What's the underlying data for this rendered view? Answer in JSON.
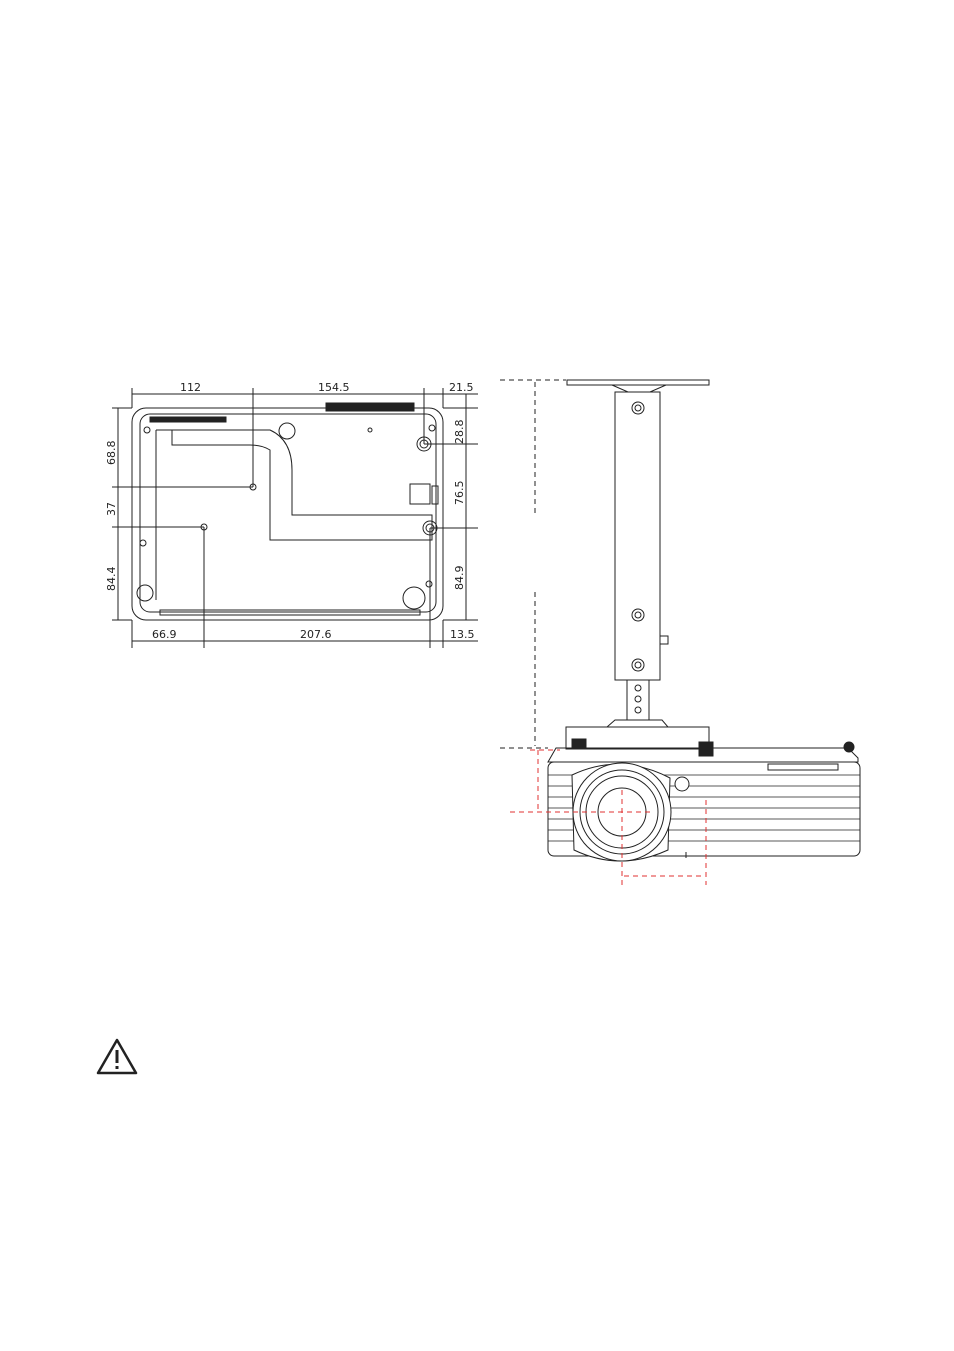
{
  "bottom_view": {
    "dims_top": [
      "112",
      "154.5",
      "21.5"
    ],
    "dims_bottom": [
      "66.9",
      "207.6",
      "13.5"
    ],
    "dims_left": [
      "68.8",
      "37",
      "84.4"
    ],
    "dims_right": [
      "28.8",
      "76.5",
      "84.9"
    ]
  },
  "warning": {
    "icon": "warning-triangle-icon"
  },
  "colors": {
    "line": "#222222",
    "guide": "#e03030"
  }
}
